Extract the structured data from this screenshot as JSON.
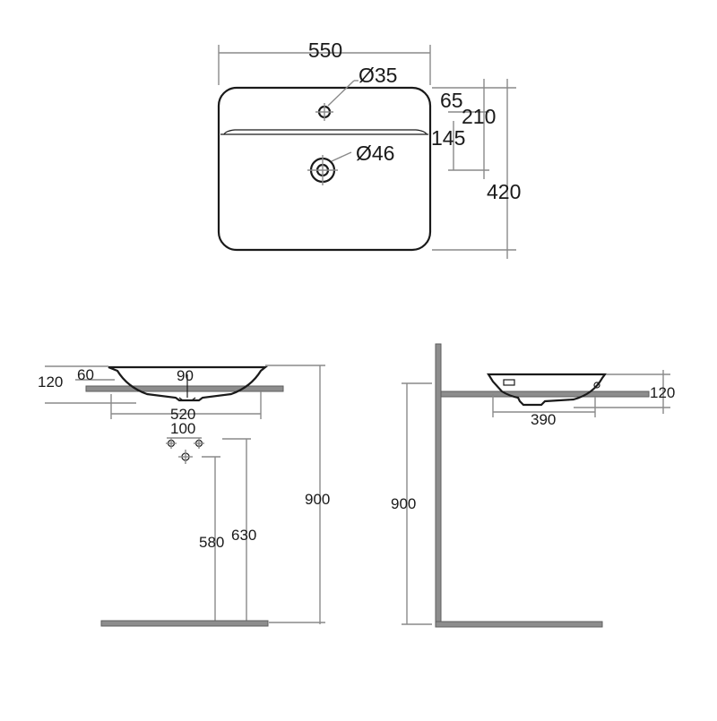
{
  "top_view": {
    "width": "550",
    "depth": "420",
    "tap_hole_dia": "Ø35",
    "waste_dia": "Ø46",
    "tap_offset": "65",
    "waste_offset": "210",
    "bowl_edge_offset": "145"
  },
  "front_view": {
    "rim_height": "120",
    "ledge_height": "60",
    "waste_depth": "90",
    "bowl_width": "520",
    "trap_spacing": "100",
    "waste_height": "580",
    "supply_height": "630",
    "counter_height": "900"
  },
  "side_view": {
    "counter_height": "900",
    "rim_height": "120",
    "bowl_depth": "390"
  }
}
